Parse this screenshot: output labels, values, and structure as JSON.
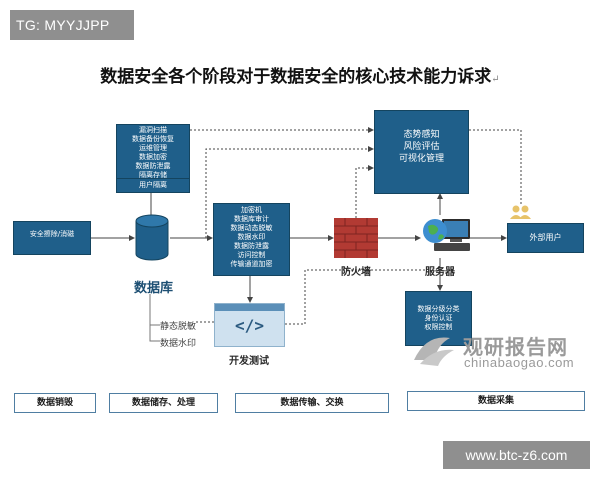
{
  "tag": "TG: MYYJJPP",
  "title": "数据安全各个阶段对于数据安全的核心技术能力诉求",
  "title_mark": "↵",
  "blue_box_top_left": [
    "漏洞扫描",
    "数据备份恢复",
    "运维管理",
    "数据加密",
    "数据防泄露",
    "隔离存储",
    "用户隔离"
  ],
  "blue_box_top_right": [
    "态势感知",
    "风险评估",
    "可视化管理"
  ],
  "blue_box_middle": [
    "加密机",
    "数据库审计",
    "数据动态脱敏",
    "数据水印",
    "数据防泄露",
    "访问控制",
    "传输通道加密"
  ],
  "blue_box_left": "安全擦除/消磁",
  "blue_box_right": "外部用户",
  "blue_box_bottom_right": [
    "数据分级分类",
    "身份认证",
    "权限控制"
  ],
  "labels": {
    "database": "数据库",
    "static_mask": "静态脱敏",
    "db_watermark": "数据水印",
    "dev_test": "开发测试",
    "firewall": "防火墙",
    "server": "服务器"
  },
  "categories": [
    "数据销毁",
    "数据储存、处理",
    "数据传输、交换",
    "数据采集"
  ],
  "logo": {
    "name": "观研报告网",
    "domain": "chinabaogao.com"
  },
  "watermark": "www.btc-z6.com",
  "colors": {
    "box_blue": "#1f5f8a",
    "category_border": "#4f7ea2",
    "firewall_red": "#b23a33",
    "arrow": "#444444"
  }
}
